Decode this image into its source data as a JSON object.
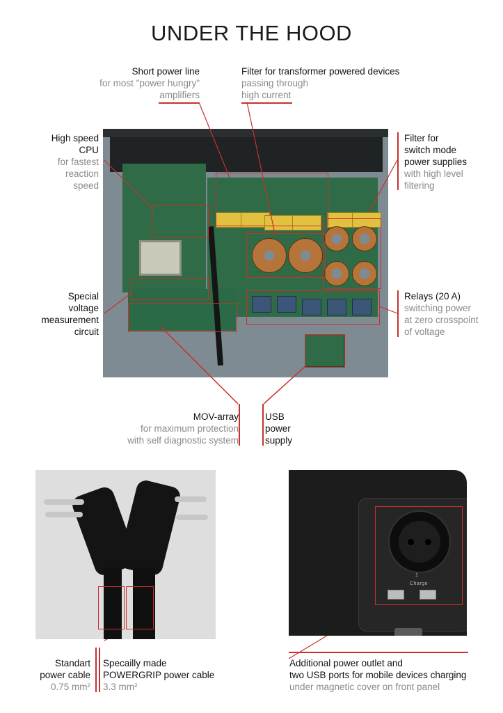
{
  "title": "UNDER THE HOOD",
  "labels": {
    "short_power_line": {
      "heading": "Short power line",
      "sub": [
        "for most \"power hungry\"",
        "amplifiers"
      ]
    },
    "filter_transformer": {
      "heading": "Filter for transformer powered devices",
      "sub": [
        "passing through",
        "high current"
      ]
    },
    "high_speed_cpu": {
      "heading": [
        "High speed",
        "CPU"
      ],
      "sub": [
        "for fastest",
        "reaction",
        "speed"
      ]
    },
    "filter_switch": {
      "heading": [
        "Filter for",
        "switch mode",
        "power supplies"
      ],
      "sub": [
        "with high level",
        "filtering"
      ]
    },
    "voltage_circuit": {
      "heading": [
        "Special",
        "voltage",
        "measurement",
        "circuit"
      ]
    },
    "relays": {
      "heading": "Relays (20 A)",
      "sub": [
        "switching power",
        "at zero crosspoint",
        "of voltage"
      ]
    },
    "mov_array": {
      "heading": "MOV-array",
      "sub": [
        "for maximum protection",
        "with self diagnostic system"
      ]
    },
    "usb_supply": {
      "heading": [
        "USB",
        "power",
        "supply"
      ]
    },
    "standart_cable": {
      "heading": [
        "Standart",
        "power cable"
      ],
      "sub": "0.75 mm²"
    },
    "powergrip_cable": {
      "heading": [
        "Specailly made",
        "POWERGRIP power cable"
      ],
      "sub": "3.3 mm²"
    },
    "outlet": {
      "heading": [
        "Additional power outlet and",
        "two USB ports for mobile devices charging"
      ],
      "sub": "under magnetic cover on front panel"
    }
  },
  "panel_text": {
    "number": "1",
    "charge": "Charge"
  },
  "colors": {
    "accent": "#c9302c",
    "subtext": "#8a8a8a"
  }
}
